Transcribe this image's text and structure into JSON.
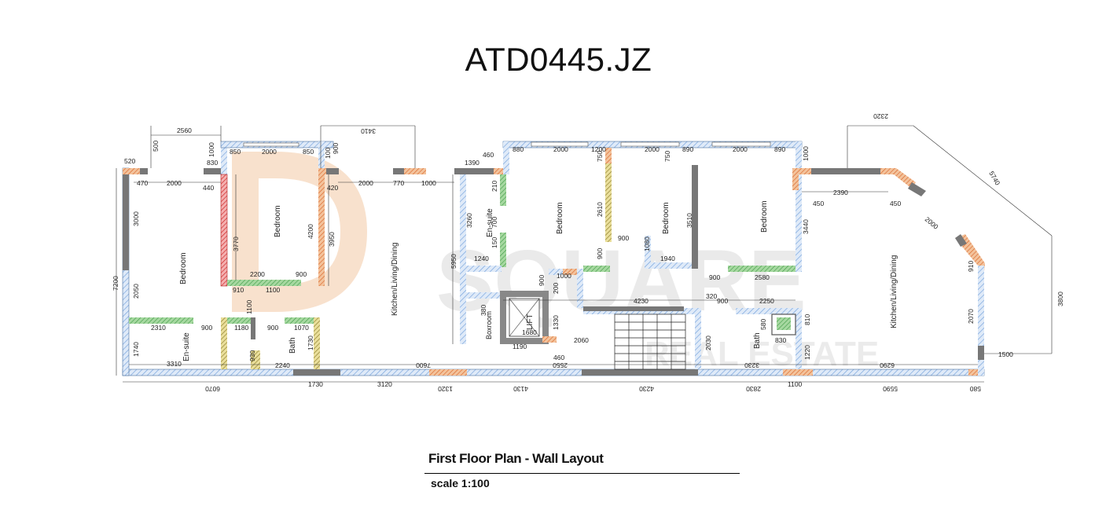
{
  "reference": "ATD0445.JZ",
  "plan_title": "First Floor Plan - Wall Layout",
  "scale": "scale 1:100",
  "watermark": {
    "brand_lines": [
      "SQUARE",
      "REAL ESTATE"
    ],
    "color": "#f3c9a4"
  },
  "colors": {
    "wall_blue": "#8fb6e6",
    "wall_orange": "#e6823c",
    "wall_green": "#4caf50",
    "wall_grey": "#707070",
    "wall_red": "#d82a2a",
    "wall_yellow": "#c9b24b"
  },
  "rooms": {
    "bedroom_1": "Bedroom",
    "bedroom_2": "Bedroom",
    "ensuite_1": "En-suite",
    "bath_1": "Bath",
    "kitchen_1": "Kitchen/Living/Dining",
    "ensuite_2": "En-suite",
    "boxroom": "Boxroom",
    "lift": "LIFT",
    "bedroom_3": "Bedroom",
    "bedroom_4": "Bedroom",
    "bedroom_5": "Bedroom",
    "bath_2": "Bath",
    "kitchen_2": "Kitchen/Living/Dining"
  },
  "dimensions": {
    "d2560": "2560",
    "d500": "500",
    "d520": "520",
    "d3410": "3410",
    "d2320": "2320",
    "d1000a": "1000",
    "d830": "830",
    "d850": "850",
    "d2000a": "2000",
    "d100": "100",
    "d900a": "900",
    "d460a": "460",
    "d1390": "1390",
    "d880": "880",
    "d2000b": "2000",
    "d1200": "1200",
    "d2000c": "2000",
    "d890": "890",
    "d1000b": "1000",
    "d5740": "5740",
    "d470": "470",
    "d2000d": "2000",
    "d440": "440",
    "d420": "420",
    "d2000e": "2000",
    "d770": "770",
    "d1000c": "1000",
    "d210": "210",
    "d750a": "750",
    "d750b": "750",
    "d2390": "2390",
    "d450a": "450",
    "d450b": "450",
    "d3000": "3000",
    "d3770": "3770",
    "d4200": "4200",
    "d3950": "3950",
    "d3260": "3260",
    "d2610": "2610",
    "d3510": "3510",
    "d3440": "3440",
    "d2000f": "2000",
    "d7200": "7200",
    "d5950": "5950",
    "d700": "700",
    "d150": "150",
    "d900b": "900",
    "d1240": "1240",
    "d1080": "1080",
    "d1940": "1940",
    "d2200": "2200",
    "d900c": "900",
    "d2580": "2580",
    "d900d": "900",
    "d910a": "910",
    "d1100a": "1100",
    "d2050": "2050",
    "d1000d": "1000",
    "d200": "200",
    "d900e": "900",
    "d4230a": "4230",
    "d320": "320",
    "d900f": "900",
    "d2250": "2250",
    "d3800": "3800",
    "d2310": "2310",
    "d900g": "900",
    "d1180": "1180",
    "d900h": "900",
    "d1070": "1070",
    "d1100b": "1100",
    "d380": "380",
    "d1330": "1330",
    "d580": "580",
    "d810": "810",
    "d1680": "1680",
    "d2030": "2030",
    "d830b": "830",
    "d2070": "2070",
    "d910b": "910",
    "d1740": "1740",
    "d1730a": "1730",
    "d1190": "1190",
    "d2060": "2060",
    "d1220": "1220",
    "d1500": "1500",
    "d3310": "3310",
    "d2240": "2240",
    "d7600": "7600",
    "d460b": "460",
    "d2550": "2550",
    "d3230": "3230",
    "d6290": "6290",
    "d930": "930",
    "d6070": "6070",
    "d1730b": "1730",
    "d3120": "3120",
    "d1320": "1320",
    "d4130": "4130",
    "d4230b": "4230",
    "d2830": "2830",
    "d1100c": "1100",
    "d5590": "5590",
    "d580b": "580"
  }
}
